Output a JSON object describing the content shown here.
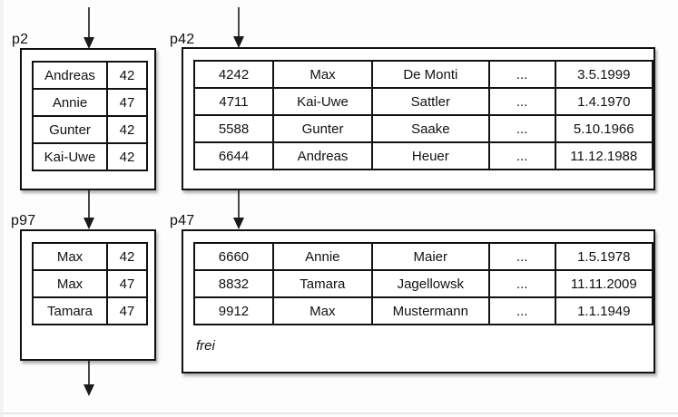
{
  "diagram": {
    "title_hint": "index and data pages with pointers",
    "colors": {
      "ink": "#111111",
      "box_fill": "#ffffff",
      "canvas_bg": "#fdfdfd",
      "bottom_rule": "#e8e8e8"
    },
    "p2": {
      "label": "p2",
      "rows": [
        [
          "Andreas",
          "42"
        ],
        [
          "Annie",
          "47"
        ],
        [
          "Gunter",
          "42"
        ],
        [
          "Kai-Uwe",
          "42"
        ]
      ]
    },
    "p42": {
      "label": "p42",
      "rows": [
        [
          "4242",
          "Max",
          "De Monti",
          "...",
          "3.5.1999"
        ],
        [
          "4711",
          "Kai-Uwe",
          "Sattler",
          "...",
          "1.4.1970"
        ],
        [
          "5588",
          "Gunter",
          "Saake",
          "...",
          "5.10.1966"
        ],
        [
          "6644",
          "Andreas",
          "Heuer",
          "...",
          "11.12.1988"
        ]
      ]
    },
    "p97": {
      "label": "p97",
      "rows": [
        [
          "Max",
          "42"
        ],
        [
          "Max",
          "47"
        ],
        [
          "Tamara",
          "47"
        ]
      ]
    },
    "p47": {
      "label": "p47",
      "rows": [
        [
          "6660",
          "Annie",
          "Maier",
          "...",
          "1.5.1978"
        ],
        [
          "8832",
          "Tamara",
          "Jagellowsk",
          "...",
          "11.11.2009"
        ],
        [
          "9912",
          "Max",
          "Mustermann",
          "...",
          "1.1.1949"
        ]
      ],
      "free_label": "frei"
    },
    "arrows": [
      {
        "name": "arrow-into-p2"
      },
      {
        "name": "arrow-into-p42"
      },
      {
        "name": "arrow-p2-to-p97"
      },
      {
        "name": "arrow-p42-to-p47"
      },
      {
        "name": "arrow-out-of-p97"
      }
    ]
  }
}
